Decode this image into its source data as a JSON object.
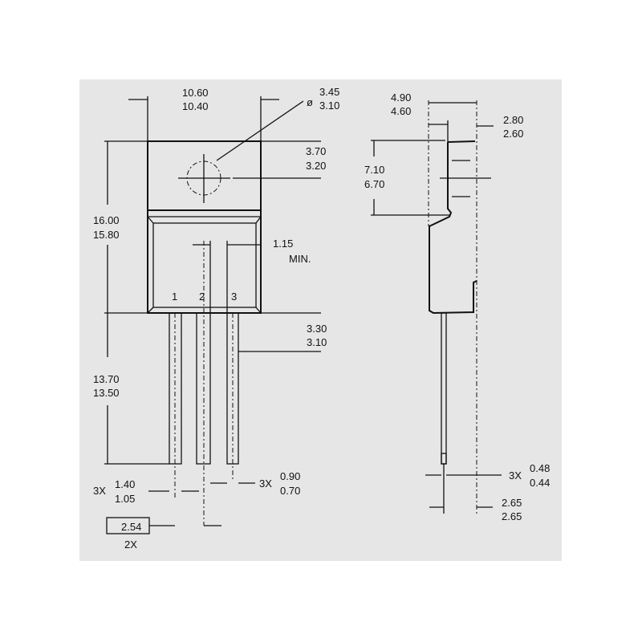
{
  "drawing": {
    "front_view": {
      "width_max": "10.60",
      "width_min": "10.40",
      "hole_symbol": "ø",
      "hole_max": "3.45",
      "hole_min": "3.10",
      "hole_pos_max": "3.70",
      "hole_pos_min": "3.20",
      "height_max": "16.00",
      "height_min": "15.80",
      "gap": "1.15",
      "gap_note": "MIN.",
      "pin_labels": [
        "1",
        "2",
        "3"
      ],
      "shoulder_max": "3.30",
      "shoulder_min": "3.10",
      "lead_len_max": "13.70",
      "lead_len_min": "13.50",
      "lead_w_count": "3X",
      "lead_w_max": "1.40",
      "lead_w_min": "1.05",
      "lead_t_count": "3X",
      "lead_t_max": "0.90",
      "lead_t_min": "0.70",
      "pitch": "2.54",
      "pitch_count": "2X"
    },
    "side_view": {
      "thick_max": "4.90",
      "thick_min": "4.60",
      "tab_max": "2.80",
      "tab_min": "2.60",
      "tab_h_max": "7.10",
      "tab_h_min": "6.70",
      "lead_t_count": "3X",
      "lead_t_max": "0.48",
      "lead_t_min": "0.44",
      "offset_max": "2.65",
      "offset_min": "2.65"
    }
  }
}
